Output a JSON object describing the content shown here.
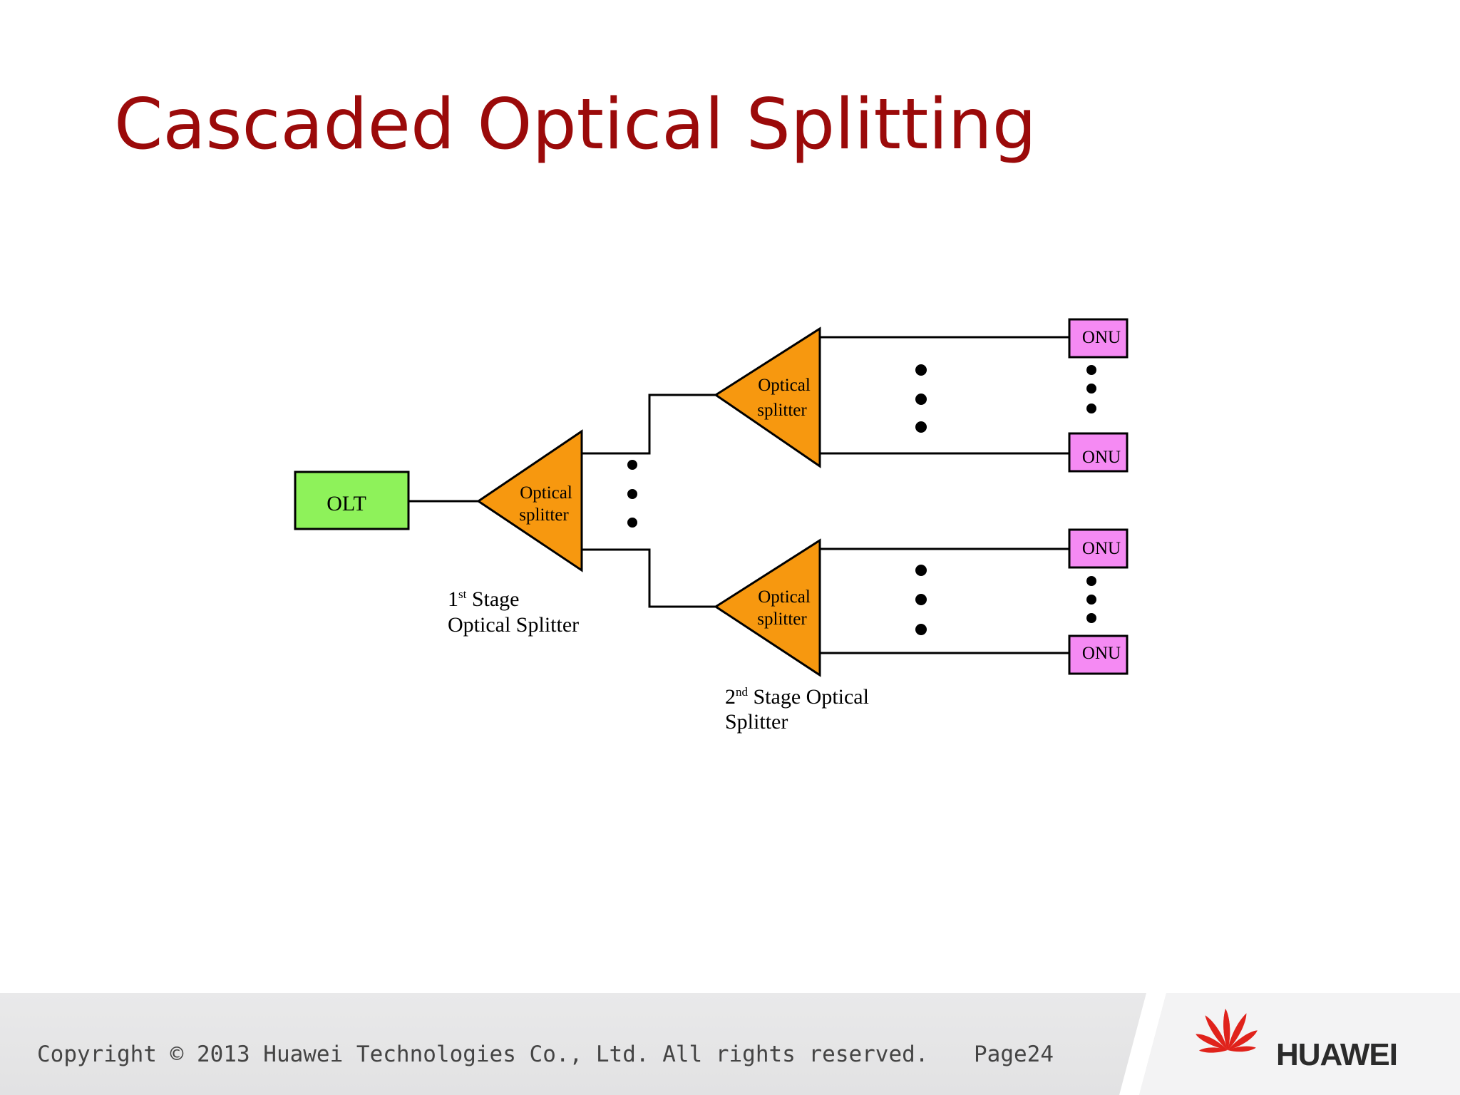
{
  "slide": {
    "title": "Cascaded Optical Splitting"
  },
  "diagram": {
    "olt_label": "OLT",
    "splitter_line1": "Optical",
    "splitter_line2": "splitter",
    "onu_label": "ONU",
    "stage1_number": "1",
    "stage1_sup": "st",
    "stage1_rest": " Stage",
    "stage1_line2": "Optical Splitter",
    "stage2_number": "2",
    "stage2_sup": "nd",
    "stage2_rest": " Stage Optical",
    "stage2_line2": "Splitter",
    "colors": {
      "olt": "#8ef25a",
      "splitter": "#f7980f",
      "onu": "#f58af3"
    }
  },
  "footer": {
    "copyright": "Copyright © 2013 Huawei Technologies Co., Ltd. All rights reserved.",
    "page_label": "Page24",
    "brand": "HUAWEI"
  }
}
